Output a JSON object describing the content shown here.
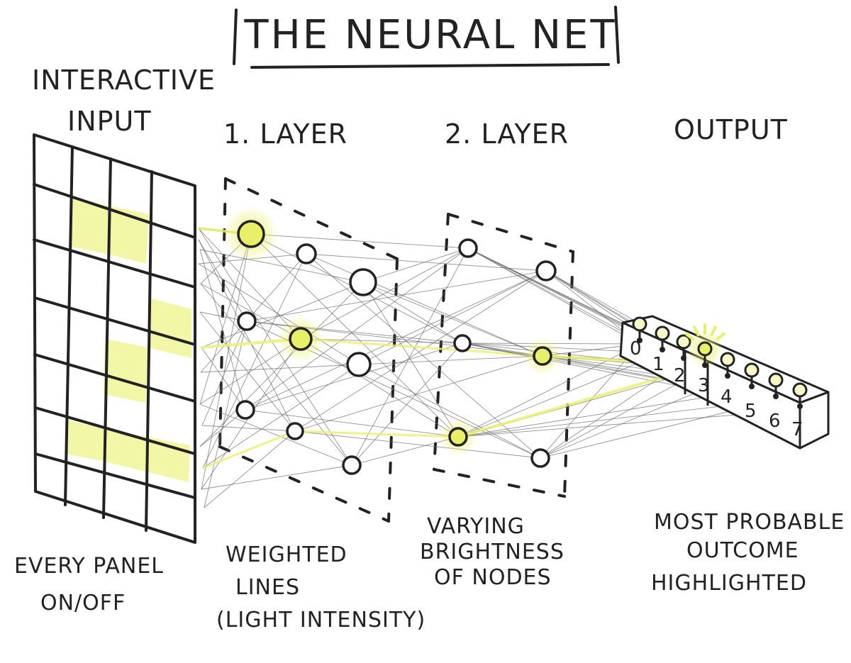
{
  "title": "THE NEURAL NET",
  "headers": {
    "input_line1": "INTERACTIVE",
    "input_line2": "INPUT",
    "layer1": "1. LAYER",
    "layer2": "2. LAYER",
    "output": "OUTPUT"
  },
  "captions": {
    "input": [
      "EVERY PANEL",
      "ON/OFF"
    ],
    "weights": [
      "WEIGHTED",
      "LINES",
      "(LIGHT INTENSITY)"
    ],
    "nodes": [
      "VARYING",
      "BRIGHTNESS",
      "OF NODES"
    ],
    "output": [
      "MOST PROBABLE",
      "OUTCOME",
      "HIGHLIGHTED"
    ]
  },
  "output_digits": [
    "0",
    "1",
    "2",
    "3",
    "4",
    "5",
    "6",
    "7"
  ],
  "highlighted_output": "3",
  "colors": {
    "ink": "#222222",
    "highlight": "#e8f06a"
  }
}
